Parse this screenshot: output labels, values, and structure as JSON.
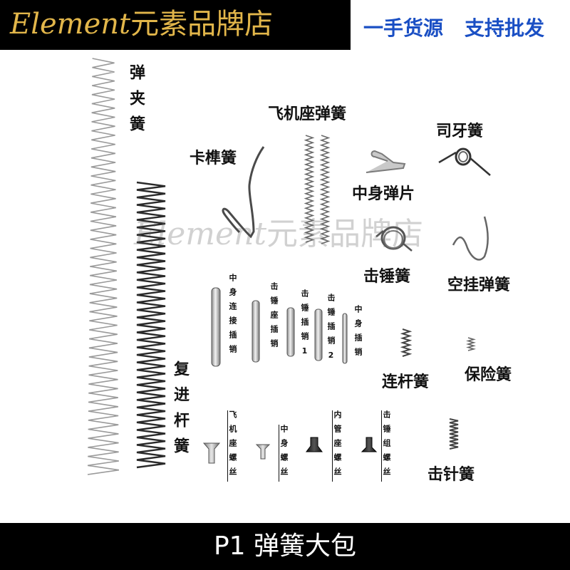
{
  "header": {
    "brand_latin": "Element",
    "brand_cn": "元素品牌店",
    "slogan_1": "一手货源",
    "slogan_2": "支持批发",
    "brand_color": "#e2b64a",
    "slogan_color": "#1a4fc4"
  },
  "watermark": {
    "latin": "Element",
    "cn": "元素品牌店"
  },
  "labels": {
    "magazine_spring": "弹夹簧",
    "recoil_spring": "复进杆簧",
    "catch_spring": "卡榫簧",
    "hammer_seat_spring": "飞机座弹簧",
    "sear_spring": "司牙簧",
    "frame_leaf": "中身弹片",
    "hammer_spring": "击锤簧",
    "slide_stop_spring": "空挂弹簧",
    "link_spring": "连杆簧",
    "safety_spring": "保险簧",
    "firing_pin_spring": "击针簧"
  },
  "pins": {
    "frame_link_pin": "中身连接插销",
    "hammer_seat_pin": "击锤座插销",
    "hammer_pin_1": "击锤插销1",
    "hammer_pin_2": "击锤插销2",
    "frame_pin": "中身插销"
  },
  "screws": {
    "hammer_seat_screw": "飞机座螺丝",
    "frame_screw": "中身螺丝",
    "inner_tube_seat_screw": "内管座螺丝",
    "hammer_group_screw": "击锤组螺丝"
  },
  "footer": {
    "title": "P1 弹簧大包"
  }
}
